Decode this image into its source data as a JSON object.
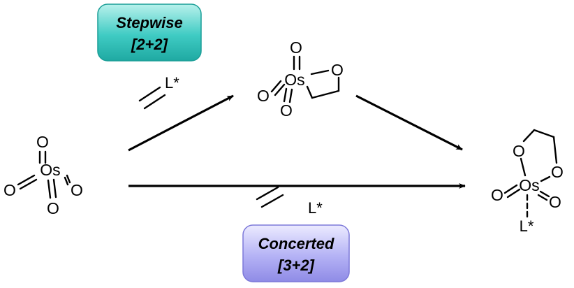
{
  "badges": {
    "stepwise": {
      "line1": "Stepwise",
      "line2": "[2+2]",
      "color": "#2ec4bc"
    },
    "concerted": {
      "line1": "Concerted",
      "line2": "[3+2]",
      "color": "#a9a7f2"
    }
  },
  "labels": {
    "ligand_top": "L*",
    "ligand_bottom": "L*",
    "ligand_product": "L*"
  },
  "atoms": {
    "oxygen": "O",
    "osmium": "Os"
  }
}
